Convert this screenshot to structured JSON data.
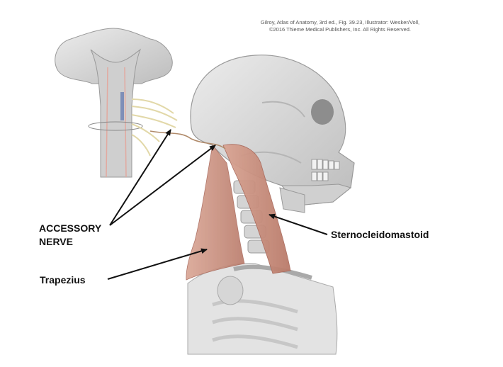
{
  "credit": {
    "line1": "Gilroy, Atlas of Anatomy, 3rd ed., Fig. 39.23, Illustrator: Wesker/Voll,",
    "line2": "©2016 Thieme Medical Publishers, Inc. All Rights Reserved."
  },
  "labels": {
    "accessory_line1": "ACCESSORY",
    "accessory_line2": "NERVE",
    "sternocleidomastoid": "Sternocleidomastoid",
    "trapezius": "Trapezius"
  },
  "colors": {
    "bone": "#d6d6d6",
    "bone_shadow": "#a9a9a9",
    "muscle": "#c98f7a",
    "muscle_dark": "#a8685a",
    "nerve": "#e2d8a8",
    "arrow": "#111111"
  }
}
